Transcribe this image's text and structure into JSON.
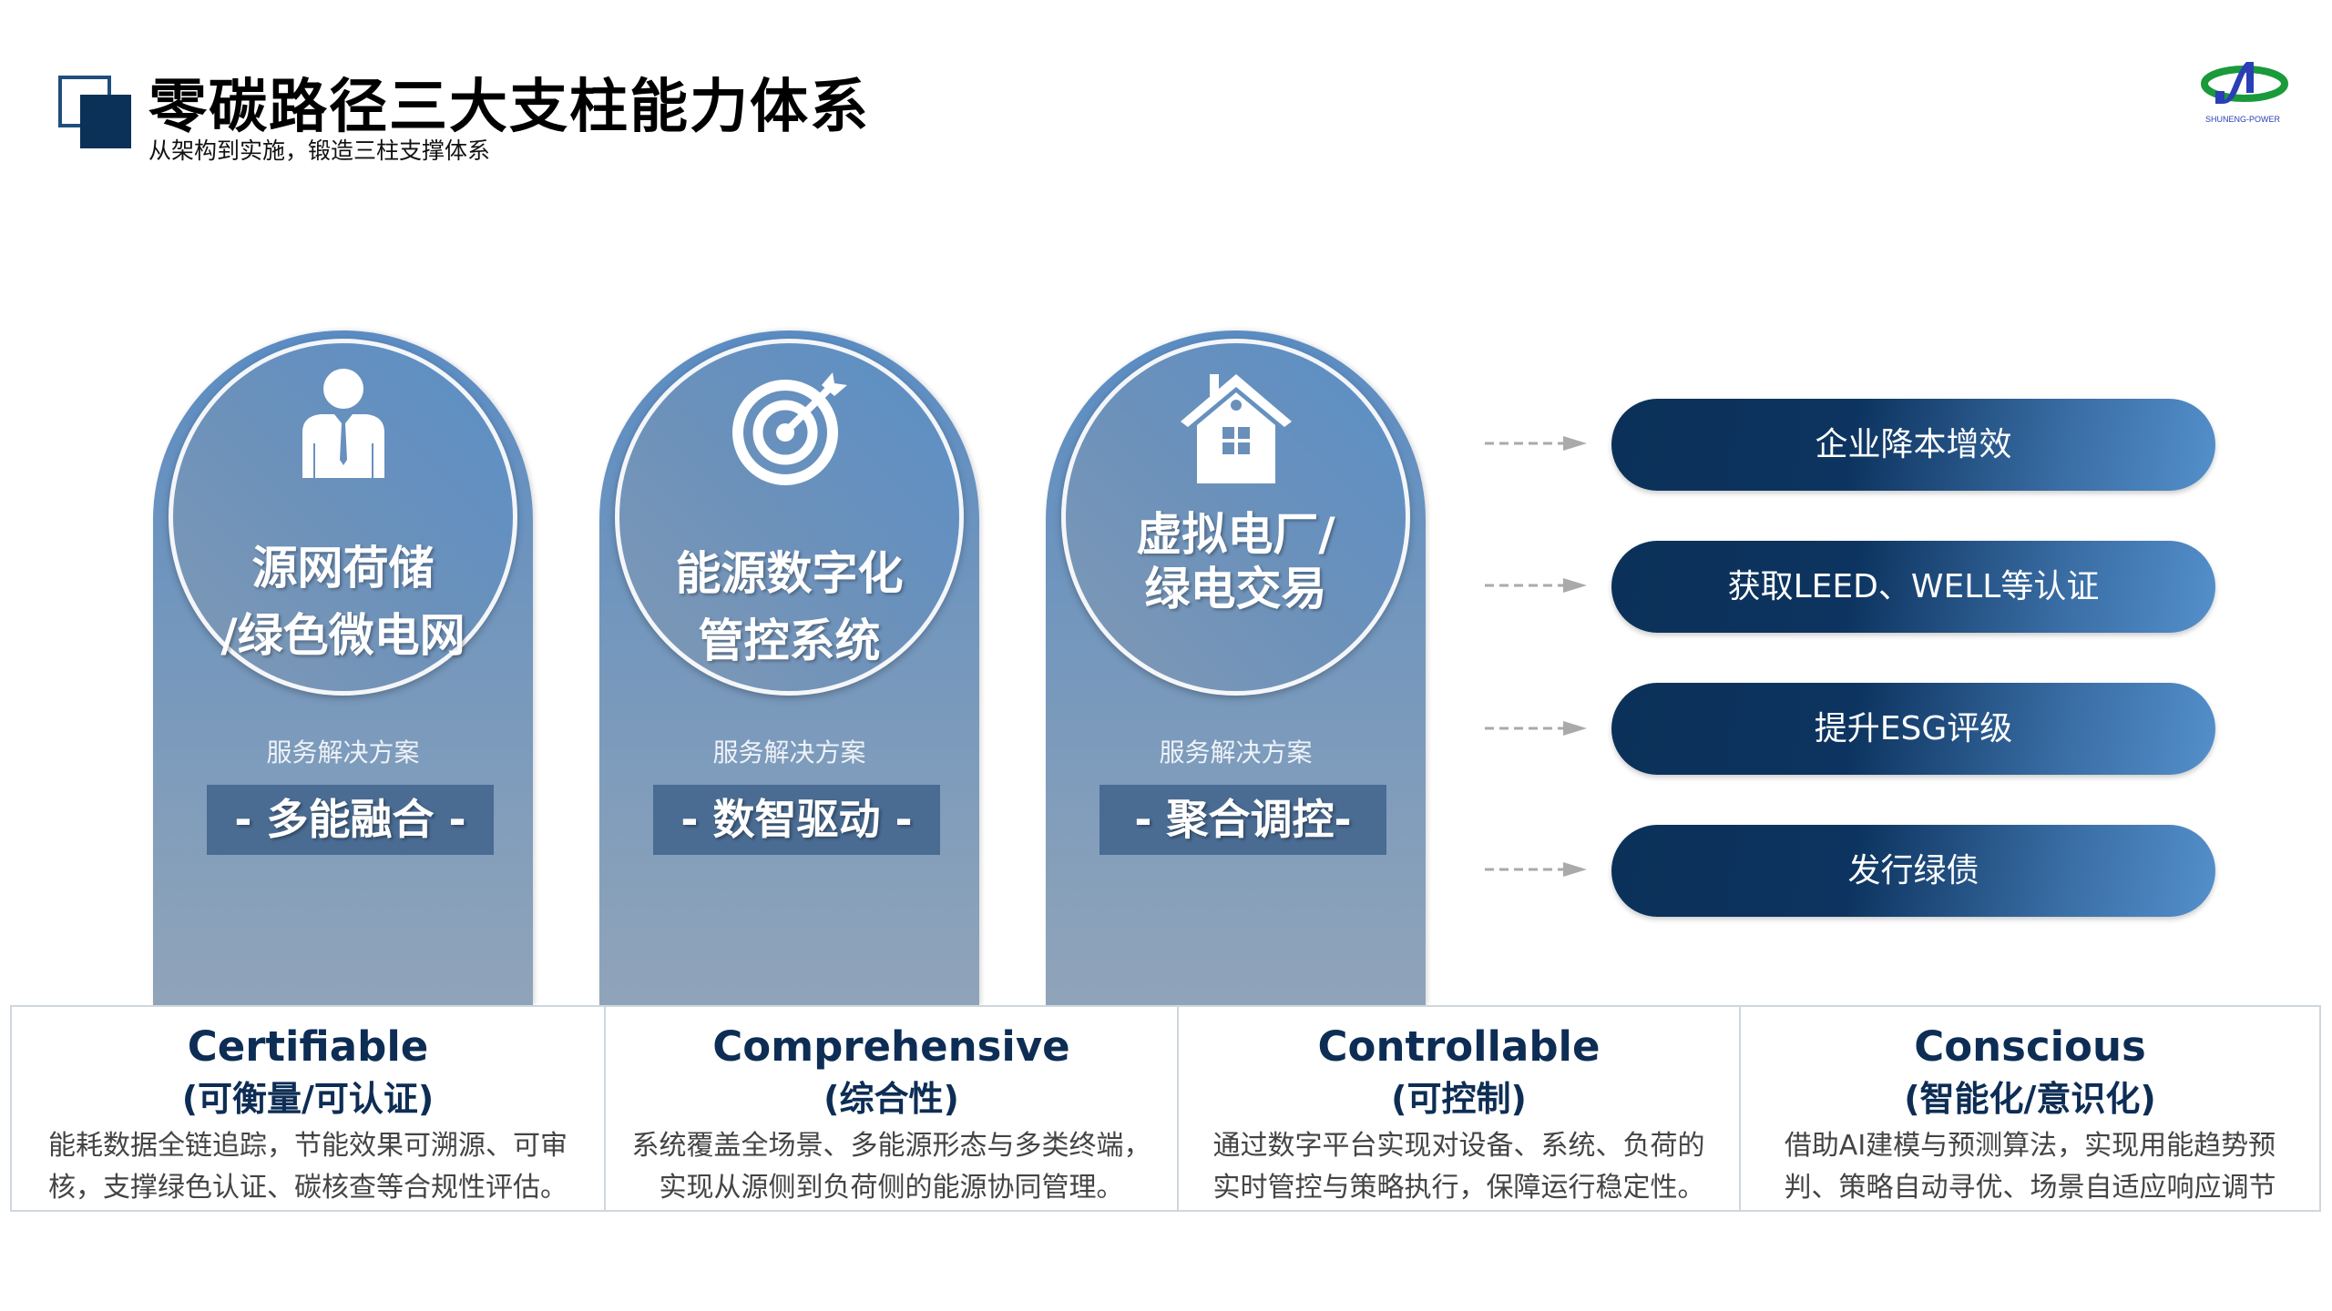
{
  "header": {
    "title": "零碳路径三大支柱能力体系",
    "subtitle": "从架构到实施，锻造三柱支撑体系",
    "logo_text": "SHUNENG-POWER"
  },
  "pillars": [
    {
      "icon": "person-icon",
      "title_lines": [
        "源网荷储",
        "/绿色微电网"
      ],
      "service_label": "服务解决方案",
      "tag": "- 多能融合 -"
    },
    {
      "icon": "target-icon",
      "title_lines": [
        "能源数字化",
        "管控系统"
      ],
      "service_label": "服务解决方案",
      "tag": "- 数智驱动 -"
    },
    {
      "icon": "house-icon",
      "title_lines": [
        "虚拟电厂/",
        "绿电交易"
      ],
      "service_label": "服务解决方案",
      "tag": "- 聚合调控-"
    }
  ],
  "outcomes": [
    "企业降本增效",
    "获取LEED、WELL等认证",
    "提升ESG评级",
    "发行绿债"
  ],
  "features": [
    {
      "en": "Certifiable",
      "zh": "(可衡量/可认证)",
      "lines": [
        "能耗数据全链追踪，节能效果可溯源、可审",
        "核，支撑绿色认证、碳核查等合规性评估。"
      ]
    },
    {
      "en": "Comprehensive",
      "zh": "(综合性)",
      "lines": [
        "系统覆盖全场景、多能源形态与多类终端，",
        "实现从源侧到负荷侧的能源协同管理。"
      ]
    },
    {
      "en": "Controllable",
      "zh": "(可控制)",
      "lines": [
        "通过数字平台实现对设备、系统、负荷的",
        "实时管控与策略执行，保障运行稳定性。"
      ]
    },
    {
      "en": "Conscious",
      "zh": "(智能化/意识化)",
      "lines": [
        "借助AI建模与预测算法，实现用能趋势预",
        "判、策略自动寻优、场景自适应响应调节"
      ]
    }
  ],
  "colors": {
    "navy": "#0c3158",
    "accent": "#5490cb",
    "logo_green": "#1a9a3a",
    "logo_blue": "#2a3fb5"
  }
}
